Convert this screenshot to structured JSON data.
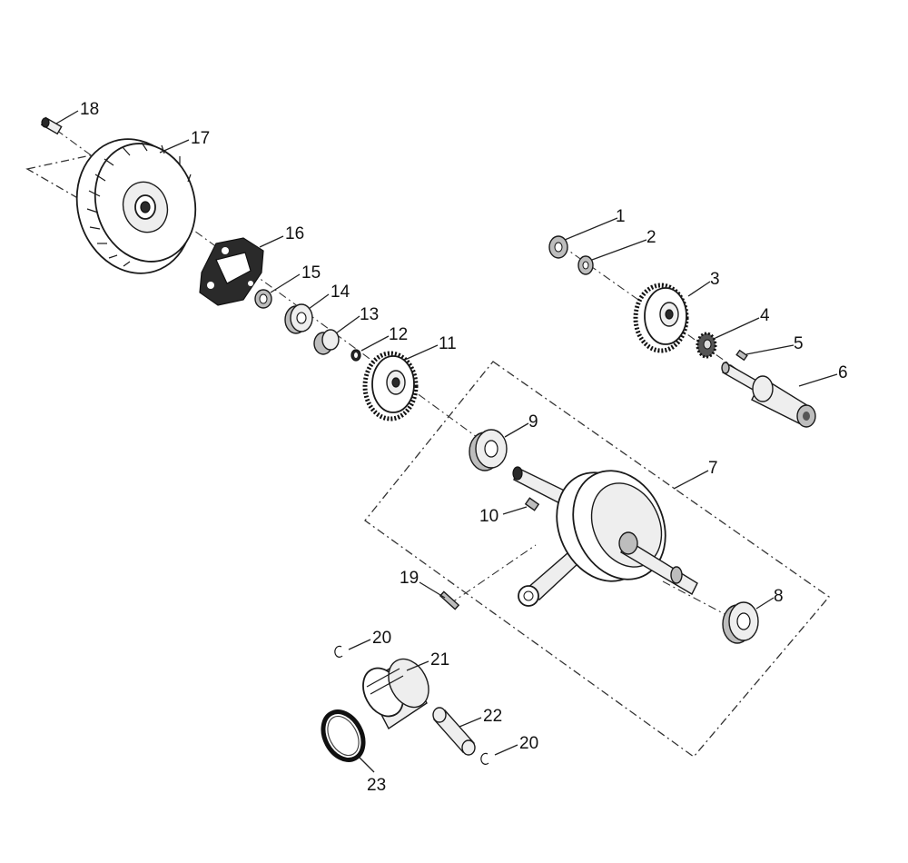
{
  "callouts": [
    {
      "id": "1",
      "label": "1"
    },
    {
      "id": "2",
      "label": "2"
    },
    {
      "id": "3",
      "label": "3"
    },
    {
      "id": "4",
      "label": "4"
    },
    {
      "id": "5",
      "label": "5"
    },
    {
      "id": "6",
      "label": "6"
    },
    {
      "id": "7",
      "label": "7"
    },
    {
      "id": "8",
      "label": "8"
    },
    {
      "id": "9",
      "label": "9"
    },
    {
      "id": "10",
      "label": "10"
    },
    {
      "id": "11",
      "label": "11"
    },
    {
      "id": "12",
      "label": "12"
    },
    {
      "id": "13",
      "label": "13"
    },
    {
      "id": "14",
      "label": "14"
    },
    {
      "id": "15",
      "label": "15"
    },
    {
      "id": "16",
      "label": "16"
    },
    {
      "id": "17",
      "label": "17"
    },
    {
      "id": "18",
      "label": "18"
    },
    {
      "id": "19",
      "label": "19"
    },
    {
      "id": "20a",
      "label": "20"
    },
    {
      "id": "20b",
      "label": "20"
    },
    {
      "id": "21",
      "label": "21"
    },
    {
      "id": "22",
      "label": "22"
    },
    {
      "id": "23",
      "label": "23"
    }
  ],
  "colors": {
    "ink": "#1a1a1a",
    "background": "#ffffff"
  }
}
